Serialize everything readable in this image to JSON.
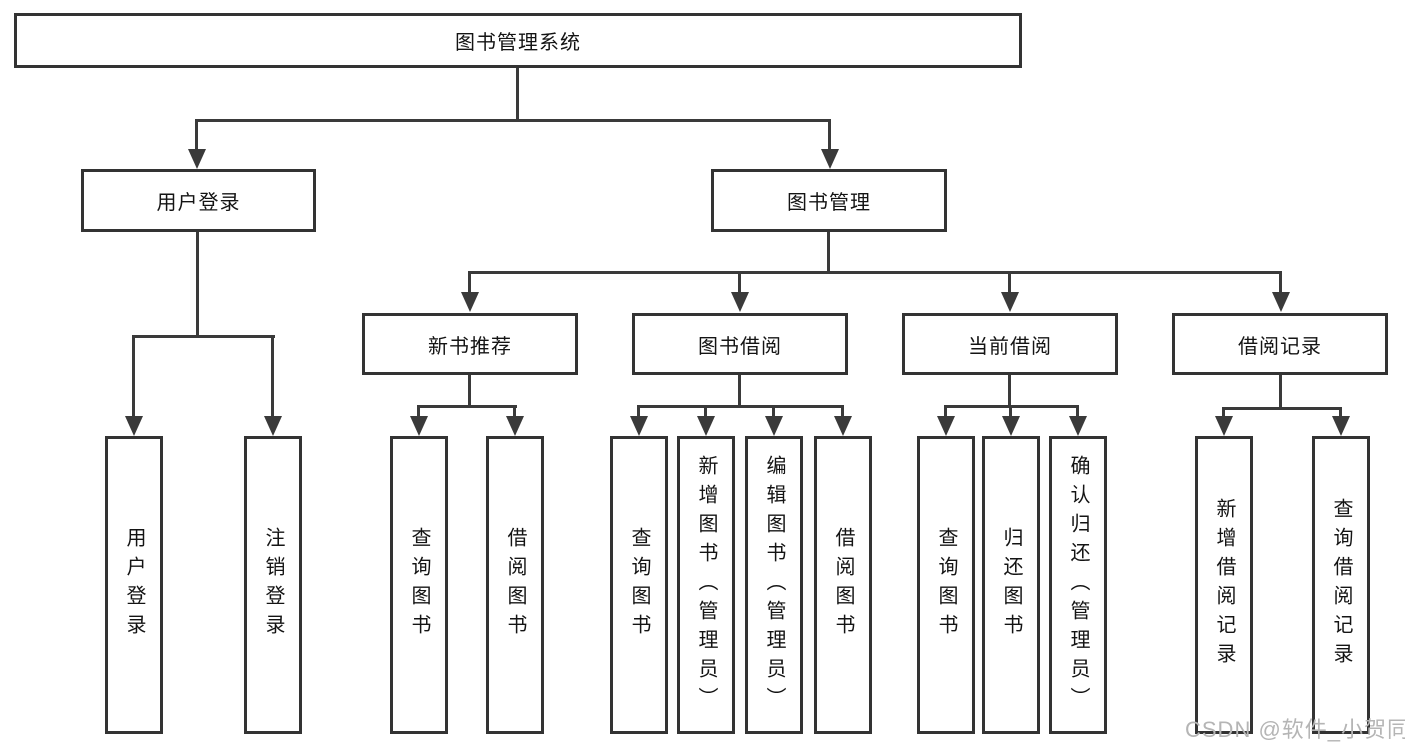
{
  "colors": {
    "background": "#ffffff",
    "line": "#3a3a3a",
    "border": "#333333",
    "text": "#141414",
    "watermark": "#b5b5b5"
  },
  "tree": {
    "root": {
      "label": "图书管理系统"
    },
    "branches": [
      {
        "label": "用户登录",
        "leaves": [
          "用户登录",
          "注销登录"
        ]
      },
      {
        "label": "图书管理",
        "groups": [
          {
            "label": "新书推荐",
            "leaves": [
              "查询图书",
              "借阅图书"
            ]
          },
          {
            "label": "图书借阅",
            "leaves": [
              "查询图书",
              "新增图书（管理员）",
              "编辑图书（管理员）",
              "借阅图书"
            ]
          },
          {
            "label": "当前借阅",
            "leaves": [
              "查询图书",
              "归还图书",
              "确认归还（管理员）"
            ]
          },
          {
            "label": "借阅记录",
            "leaves": [
              "新增借阅记录",
              "查询借阅记录"
            ]
          }
        ]
      }
    ]
  },
  "watermark": {
    "text": "CSDN @软件_小贺同学"
  }
}
